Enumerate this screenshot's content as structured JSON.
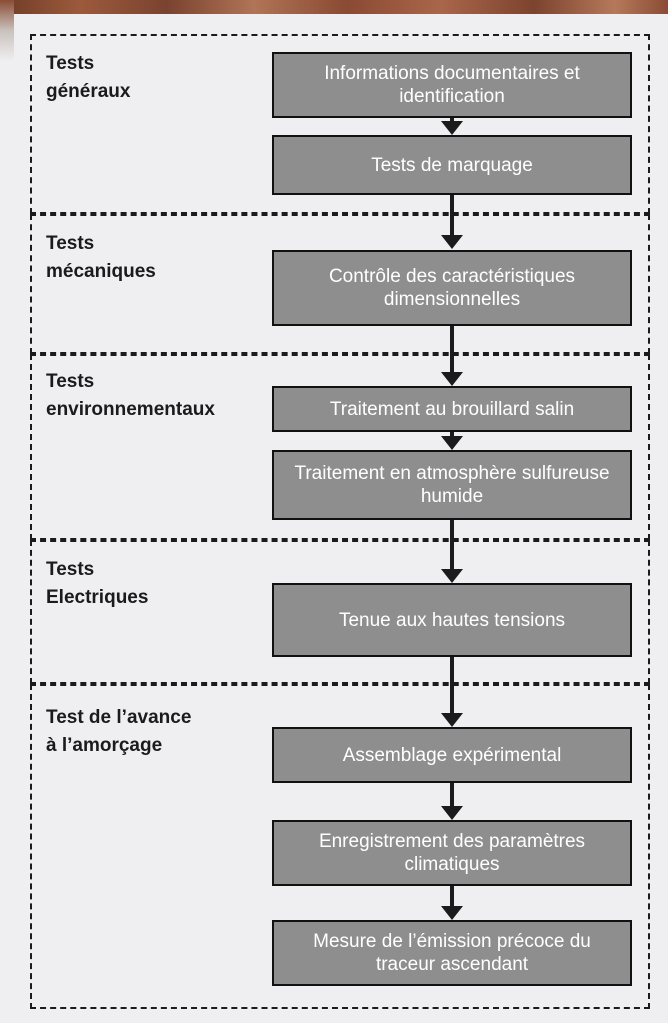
{
  "sections": [
    {
      "label": "Tests\ngénéraux",
      "steps": [
        "Informations documentaires et identification",
        "Tests de marquage"
      ]
    },
    {
      "label": "Tests\nmécaniques",
      "steps": [
        "Contrôle des caractéristiques dimensionnelles"
      ]
    },
    {
      "label": "Tests\nenvironnementaux",
      "steps": [
        "Traitement au brouillard salin",
        "Traitement en atmosphère sulfureuse humide"
      ]
    },
    {
      "label": "Tests\nElectriques",
      "steps": [
        "Tenue aux hautes tensions"
      ]
    },
    {
      "label": "Test de l’avance\nà l’amorçage",
      "steps": [
        "Assemblage expérimental",
        "Enregistrement des paramètres climatiques",
        "Mesure de l’émission précoce du traceur ascendant"
      ]
    }
  ],
  "colors": {
    "step_fill": "#8e8e8e",
    "step_text": "#ffffff",
    "border": "#1b1b1b",
    "background": "#efeff1"
  }
}
